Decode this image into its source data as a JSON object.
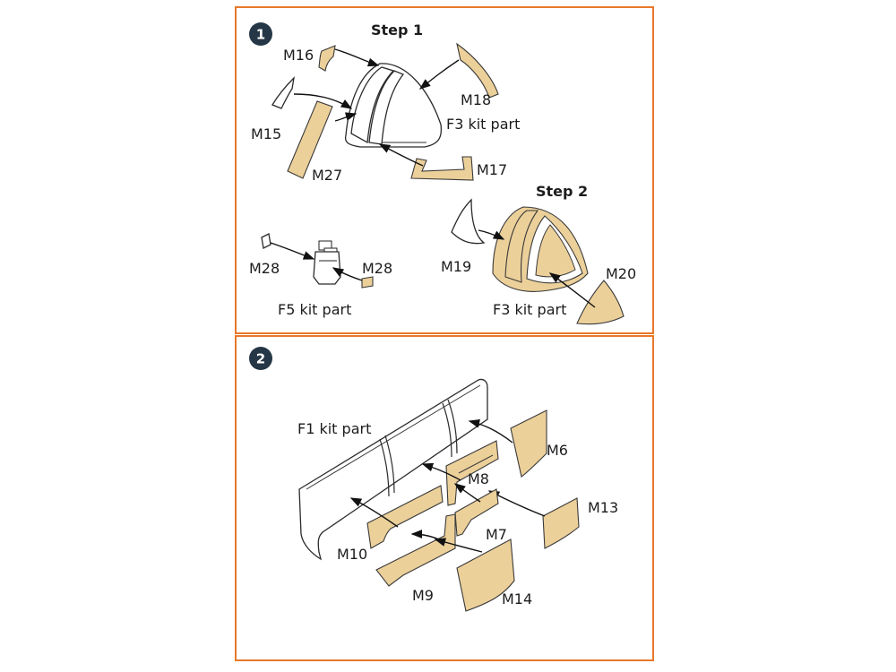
{
  "panels": [
    {
      "number": "1",
      "steps": [
        "Step 1",
        "Step 2"
      ],
      "labels": {
        "m16": "M16",
        "m15": "M15",
        "m27": "M27",
        "m18": "M18",
        "f3_kit_a": "F3 kit part",
        "m17": "M17",
        "m28_left": "M28",
        "m28_right": "M28",
        "f5_kit": "F5 kit part",
        "m19": "M19",
        "m20": "M20",
        "f3_kit_b": "F3 kit part"
      }
    },
    {
      "number": "2",
      "labels": {
        "f1_kit": "F1 kit part",
        "m6": "M6",
        "m8": "M8",
        "m13": "M13",
        "m7": "M7",
        "m10": "M10",
        "m9": "M9",
        "m14": "M14"
      }
    }
  ],
  "colors": {
    "frame": "#e8782a",
    "badge": "#253746",
    "mask": "#ecd09a"
  }
}
